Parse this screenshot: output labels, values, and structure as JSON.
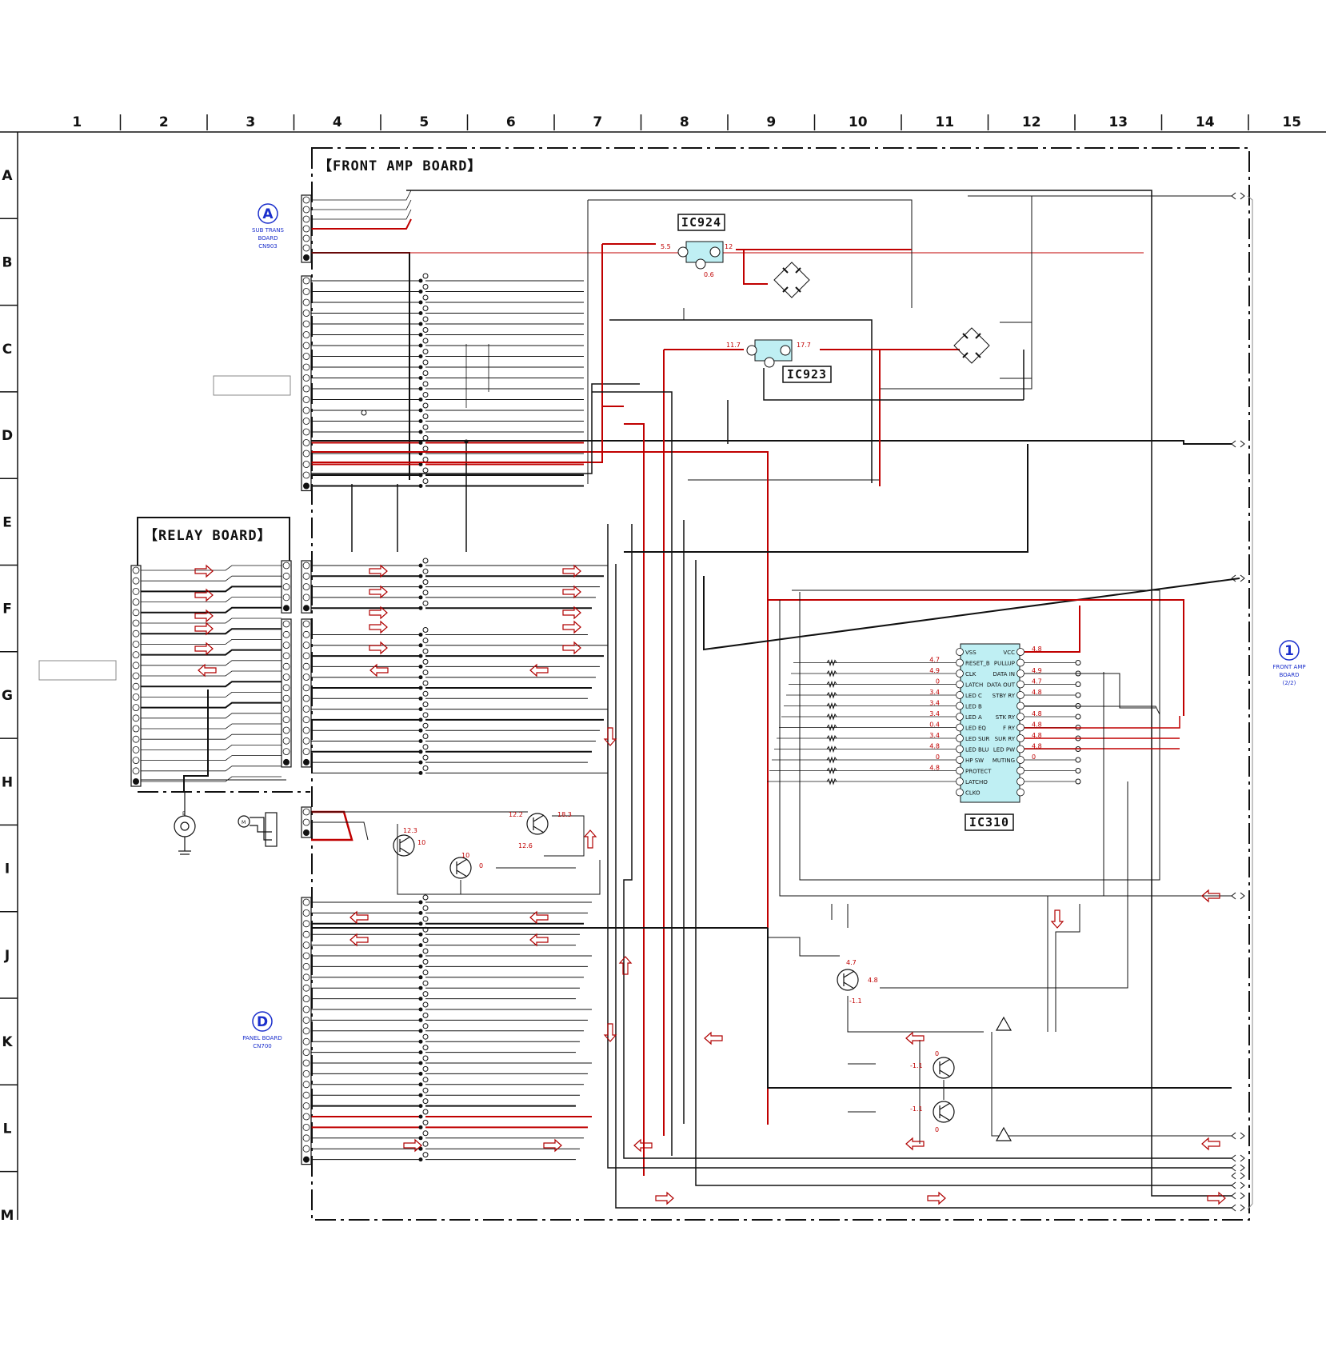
{
  "columns": [
    "1",
    "2",
    "3",
    "4",
    "5",
    "6",
    "7",
    "8",
    "9",
    "10",
    "11",
    "12",
    "13",
    "14",
    "15"
  ],
  "rows": [
    "A",
    "B",
    "C",
    "D",
    "E",
    "F",
    "G",
    "H",
    "I",
    "J",
    "K",
    "L",
    "M"
  ],
  "boards": {
    "front_amp": "【FRONT AMP BOARD】",
    "relay": "【RELAY BOARD】"
  },
  "ics": {
    "ic924": "IC924",
    "ic923": "IC923",
    "ic310": "IC310"
  },
  "connectors": {
    "a": {
      "badge": "A",
      "line1": "SUB TRANS",
      "line2": "BOARD",
      "line3": "CN903"
    },
    "d": {
      "badge": "D",
      "line1": "PANEL BOARD",
      "line2": "CN700"
    },
    "one": {
      "badge": "1",
      "line1": "FRONT AMP",
      "line2": "BOARD",
      "line3": "(2/2)"
    }
  },
  "ic924_voltages": {
    "in": "5.5",
    "out": "12",
    "gnd": "0.6"
  },
  "ic923_voltages": {
    "in": "11.7",
    "out": "17.7"
  },
  "ic310_left_pins": [
    "VSS",
    "RESET_B",
    "CLK",
    "LATCH",
    "LED C",
    "LED B",
    "LED A",
    "LED EQ",
    "LED SUR",
    "LED BLU",
    "HP SW",
    "PROTECT",
    "LATCHO",
    "CLKO"
  ],
  "ic310_right_pins": [
    "VCC",
    "PULLUP",
    "DATA IN",
    "DATA OUT",
    "STBY RY",
    "",
    "STK RY",
    "F RY",
    "SUR RY",
    "LED PW",
    "MUTING",
    "",
    "",
    ""
  ],
  "ic310_left_volts": [
    "",
    "4.7",
    "4.9",
    "0",
    "3.4",
    "3.4",
    "3.4",
    "0.4",
    "3.4",
    "4.8",
    "0",
    "4.8",
    "",
    ""
  ],
  "ic310_right_volts": [
    "4.8",
    "",
    "4.9",
    "4.7",
    "4.8",
    "",
    "4.8",
    "4.8",
    "4.8",
    "4.8",
    "0",
    "",
    "",
    ""
  ],
  "transistor_volts": {
    "q_h_b": "12.2",
    "q_h_c": "18.3",
    "q_h_e": "12.6",
    "q_i_1": "12.3",
    "q_i_2": "10",
    "q_i_3": "10",
    "q_i_4": "0",
    "q_j_e": "4.7",
    "q_j_c": "4.8",
    "q_j_b": "-1.1",
    "q_k_1": "0",
    "q_k_2": "-1.1",
    "q_l_1": "-1.1",
    "q_l_2": "0"
  },
  "misc": {
    "ground_label": "E",
    "motor_label": "M"
  },
  "colors": {
    "wire": "#111111",
    "power": "#c00000",
    "connector": "#1b2fcc",
    "ic_fill": "#bfeff3",
    "arrow": "#b00000"
  }
}
